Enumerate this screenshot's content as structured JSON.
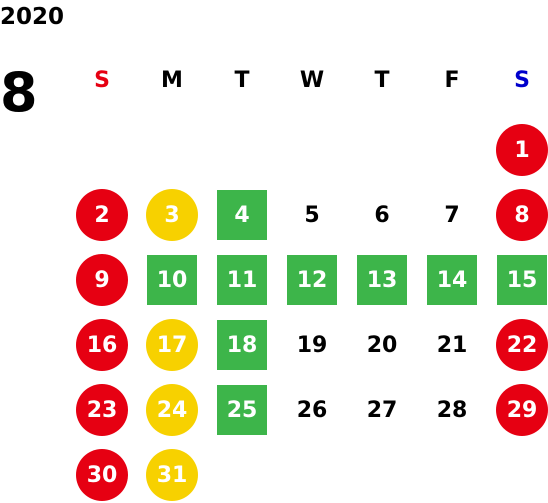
{
  "calendar": {
    "year": "2020",
    "month": "8",
    "weekdays": [
      {
        "label": "S",
        "color": "#e60012"
      },
      {
        "label": "M",
        "color": "#000000"
      },
      {
        "label": "T",
        "color": "#000000"
      },
      {
        "label": "W",
        "color": "#000000"
      },
      {
        "label": "T",
        "color": "#000000"
      },
      {
        "label": "F",
        "color": "#000000"
      },
      {
        "label": "S",
        "color": "#0000cc"
      }
    ],
    "colors": {
      "holiday": "#e60012",
      "yellow": "#f7d100",
      "green": "#3db54a"
    },
    "first_weekday": 6,
    "days": [
      {
        "n": "1",
        "style": "holiday"
      },
      {
        "n": "2",
        "style": "holiday"
      },
      {
        "n": "3",
        "style": "yellow"
      },
      {
        "n": "4",
        "style": "green"
      },
      {
        "n": "5",
        "style": "plain"
      },
      {
        "n": "6",
        "style": "plain"
      },
      {
        "n": "7",
        "style": "plain"
      },
      {
        "n": "8",
        "style": "holiday"
      },
      {
        "n": "9",
        "style": "holiday"
      },
      {
        "n": "10",
        "style": "green"
      },
      {
        "n": "11",
        "style": "green"
      },
      {
        "n": "12",
        "style": "green"
      },
      {
        "n": "13",
        "style": "green"
      },
      {
        "n": "14",
        "style": "green"
      },
      {
        "n": "15",
        "style": "green"
      },
      {
        "n": "16",
        "style": "holiday"
      },
      {
        "n": "17",
        "style": "yellow"
      },
      {
        "n": "18",
        "style": "green"
      },
      {
        "n": "19",
        "style": "plain"
      },
      {
        "n": "20",
        "style": "plain"
      },
      {
        "n": "21",
        "style": "plain"
      },
      {
        "n": "22",
        "style": "holiday"
      },
      {
        "n": "23",
        "style": "holiday"
      },
      {
        "n": "24",
        "style": "yellow"
      },
      {
        "n": "25",
        "style": "green"
      },
      {
        "n": "26",
        "style": "plain"
      },
      {
        "n": "27",
        "style": "plain"
      },
      {
        "n": "28",
        "style": "plain"
      },
      {
        "n": "29",
        "style": "holiday"
      },
      {
        "n": "30",
        "style": "holiday"
      },
      {
        "n": "31",
        "style": "yellow"
      }
    ]
  }
}
